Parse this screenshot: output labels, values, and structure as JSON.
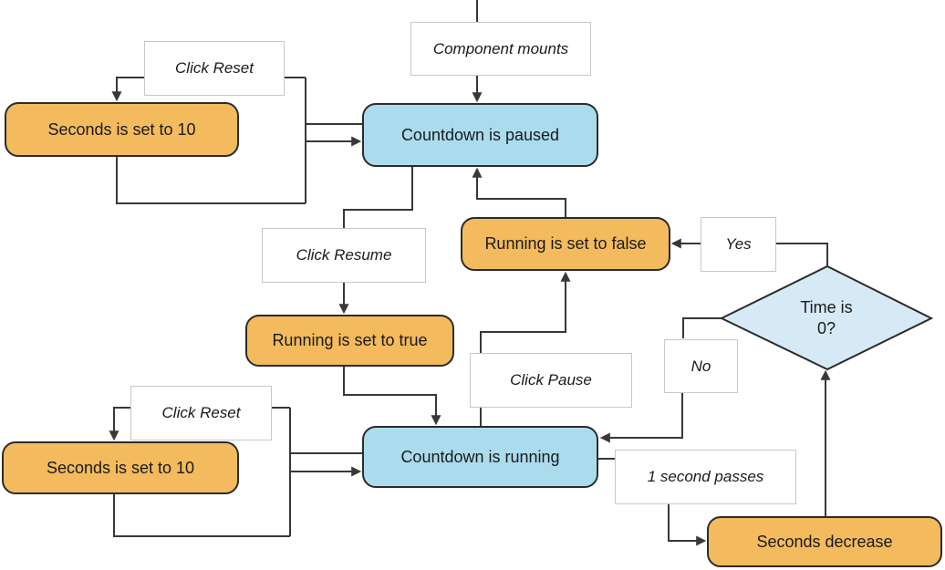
{
  "diagram": {
    "type": "flowchart",
    "topic": "Countdown timer component state flow",
    "colors": {
      "state_fill": "#abdcee",
      "action_fill": "#f3ba5e",
      "decision_fill": "#d6eaf6",
      "node_border": "#2b2b2b",
      "event_label_border": "#c8c8c8",
      "connector": "#383838",
      "background": "#ffffff"
    },
    "nodes": {
      "component_mounts": {
        "label": "Component mounts",
        "kind": "event"
      },
      "countdown_paused": {
        "label": "Countdown is paused",
        "kind": "state"
      },
      "click_reset_top": {
        "label": "Click Reset",
        "kind": "event"
      },
      "seconds_set_to_10_top": {
        "label": "Seconds is set to 10",
        "kind": "action"
      },
      "click_resume": {
        "label": "Click Resume",
        "kind": "event"
      },
      "running_set_to_true": {
        "label": "Running is set to true",
        "kind": "action"
      },
      "running_set_to_false": {
        "label": "Running is set to false",
        "kind": "action"
      },
      "yes": {
        "label": "Yes",
        "kind": "event"
      },
      "time_is_0": {
        "label_line1": "Time is",
        "label_line2": "0?",
        "kind": "decision"
      },
      "no": {
        "label": "No",
        "kind": "event"
      },
      "click_pause": {
        "label": "Click Pause",
        "kind": "event"
      },
      "countdown_running": {
        "label": "Countdown is running",
        "kind": "state"
      },
      "click_reset_bottom": {
        "label": "Click Reset",
        "kind": "event"
      },
      "seconds_set_to_10_bottom": {
        "label": "Seconds is set to 10",
        "kind": "action"
      },
      "one_second_passes": {
        "label": "1 second passes",
        "kind": "event"
      },
      "seconds_decrease": {
        "label": "Seconds decrease",
        "kind": "action"
      }
    },
    "edges": [
      {
        "from": "start",
        "to": "component_mounts"
      },
      {
        "from": "component_mounts",
        "to": "countdown_paused"
      },
      {
        "from": "countdown_paused",
        "via": "click_reset_top",
        "to": "seconds_set_to_10_top"
      },
      {
        "from": "seconds_set_to_10_top",
        "to": "countdown_paused"
      },
      {
        "from": "countdown_paused",
        "via": "click_resume",
        "to": "running_set_to_true"
      },
      {
        "from": "running_set_to_true",
        "to": "countdown_running"
      },
      {
        "from": "countdown_running",
        "via": "click_pause",
        "to": "running_set_to_false"
      },
      {
        "from": "running_set_to_false",
        "to": "countdown_paused"
      },
      {
        "from": "countdown_running",
        "via": "click_reset_bottom",
        "to": "seconds_set_to_10_bottom"
      },
      {
        "from": "seconds_set_to_10_bottom",
        "to": "countdown_running"
      },
      {
        "from": "countdown_running",
        "via": "one_second_passes",
        "to": "seconds_decrease"
      },
      {
        "from": "seconds_decrease",
        "to": "time_is_0"
      },
      {
        "from": "time_is_0",
        "via": "yes",
        "to": "running_set_to_false"
      },
      {
        "from": "time_is_0",
        "via": "no",
        "to": "countdown_running"
      }
    ]
  }
}
